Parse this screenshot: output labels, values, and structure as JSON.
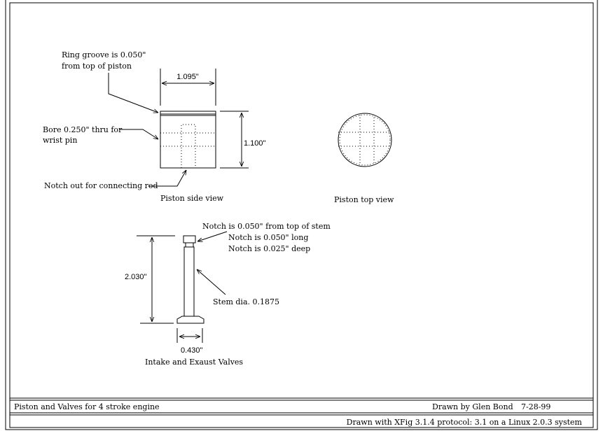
{
  "piston_side": {
    "ring_groove_note": [
      "Ring groove is 0.050\"",
      "from top of piston"
    ],
    "bore_note": [
      "Bore 0.250\" thru for",
      "wrist pin"
    ],
    "notch_note": "Notch out for connecting rod",
    "width_dim": "1.095\"",
    "height_dim": "1.100\"",
    "caption": "Piston side view"
  },
  "piston_top": {
    "caption": "Piston top view"
  },
  "valve": {
    "notch_notes": [
      "Notch is 0.050\" from top of stem",
      "Notch is 0.050\" long",
      "Notch is 0.025\" deep"
    ],
    "stem_note": "Stem dia. 0.1875",
    "height_dim": "2.030\"",
    "head_dim": "0.430\"",
    "caption": "Intake and Exaust Valves"
  },
  "title_block": {
    "title": "Piston and Valves for 4 stroke engine",
    "author": "Drawn by Glen Bond",
    "date": "7-28-99",
    "software": "Drawn with XFig 3.1.4   protocol: 3.1 on a Linux 2.0.3 system"
  }
}
